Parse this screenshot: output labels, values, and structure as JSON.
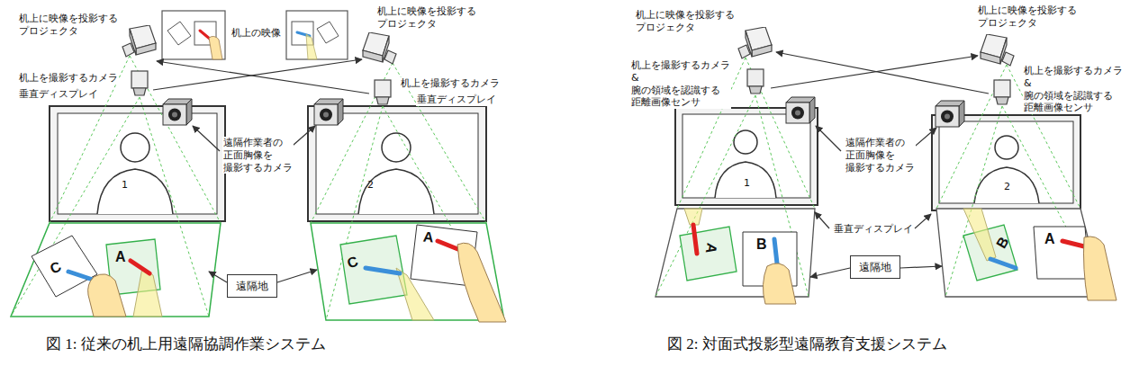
{
  "diagram": {
    "nodes": [
      {
        "text": [
          "1"
        ]
      },
      {
        "text": [
          "2"
        ]
      },
      {
        "text": [
          "遠隔地"
        ]
      },
      {
        "text": [
          "1"
        ]
      },
      {
        "text": [
          "2"
        ]
      },
      {
        "text": [
          "遠隔地"
        ]
      }
    ],
    "labels": [
      "机上に映像を投影する プロジェクタ",
      "机上の映像",
      "机上に映像を投影する プロジェクタ",
      "机上を撮影するカメラ",
      "垂直ディスプレイ",
      "机上を撮影するカメラ",
      "垂直ディスプレイ",
      "遠隔作業者の 正面胸像を 撮影するカメラ",
      "C",
      "A",
      "C",
      "A",
      "図 1: 従来の机上用遠隔協調作業システム",
      "机上に映像を投影する プロジェクタ",
      "机上に映像を投影する プロジェクタ",
      "机上を撮影するカメラ& 腕の領域を認識する 距離画像センサ",
      "机上を撮影するカメラ& 腕の領域を認識する 距離画像センサ",
      "遠隔作業者の 正面胸像を 撮影するカメラ",
      "垂直ディスプレイ",
      "A",
      "B",
      "B",
      "A",
      "図 2: 対面式投影型遠隔教育支援システム"
    ]
  }
}
